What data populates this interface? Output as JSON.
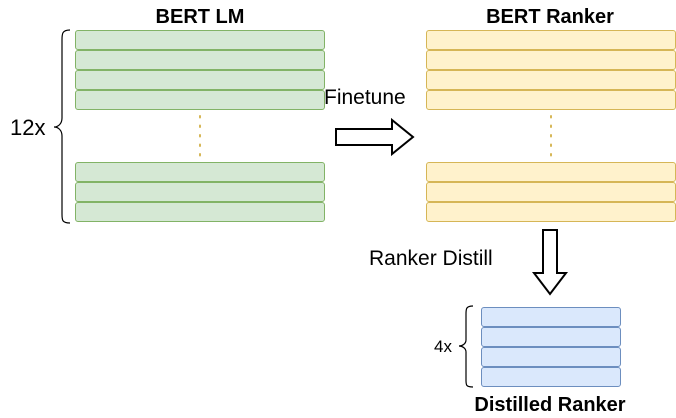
{
  "bert_lm": {
    "title": "BERT LM",
    "repeat_label": "12x",
    "colors": {
      "fill": "#d5e8d4",
      "stroke": "#82b366"
    }
  },
  "bert_ranker": {
    "title": "BERT Ranker",
    "colors": {
      "fill": "#fff2cc",
      "stroke": "#d6b656"
    }
  },
  "distilled_ranker": {
    "title": "Distilled Ranker",
    "repeat_label": "4x",
    "colors": {
      "fill": "#dae8fc",
      "stroke": "#6c8ebf"
    }
  },
  "edges": {
    "finetune": "Finetune",
    "distill": "Ranker Distill"
  },
  "ellipsis_color": "#d6b656"
}
